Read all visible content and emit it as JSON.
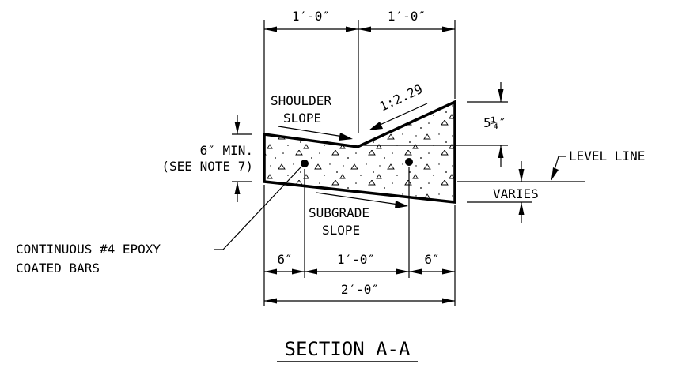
{
  "drawing": {
    "title": "SECTION A-A",
    "dims": {
      "top_left": "1′-0″",
      "top_right": "1′-0″",
      "bot_left": "6″",
      "bot_mid": "1′-0″",
      "bot_right": "6″",
      "overall": "2′-0″",
      "right_rise": "5¼″",
      "left_min_line1": "6″ MIN.",
      "left_min_line2": "(SEE NOTE 7)"
    },
    "labels": {
      "shoulder_line1": "SHOULDER",
      "shoulder_line2": "SLOPE",
      "ratio": "1:2.29",
      "level_line": "LEVEL LINE",
      "varies": "VARIES",
      "subgrade_line1": "SUBGRADE",
      "subgrade_line2": "SLOPE",
      "bars_line1": "CONTINUOUS #4 EPOXY",
      "bars_line2": "COATED BARS"
    }
  }
}
